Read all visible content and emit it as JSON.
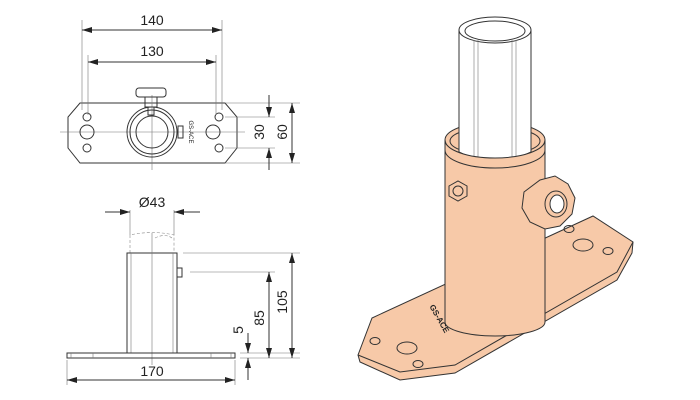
{
  "top_view": {
    "dim_overall_width": "140",
    "dim_hole_spacing": "130",
    "dim_hole_pitch": "30",
    "dim_overall_depth": "60",
    "marking": "GS-ACE"
  },
  "side_view": {
    "dim_tube_diameter": "Ø43",
    "dim_total_height": "105",
    "dim_screw_height": "85",
    "dim_plate_thickness": "5",
    "dim_plate_length": "170"
  },
  "iso_view": {
    "marking": "GS-ACE",
    "part_color": "#f7c9a8"
  }
}
